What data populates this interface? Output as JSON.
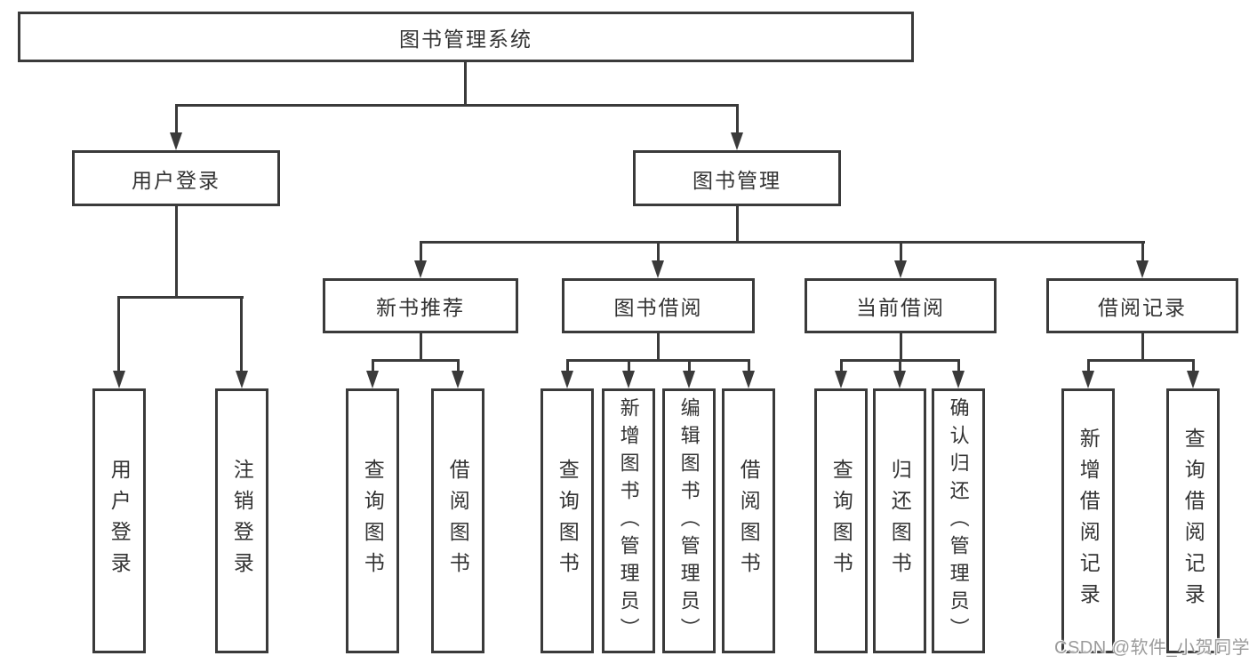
{
  "colors": {
    "line": "#3a3a3a",
    "text": "#333333",
    "watermark": "#9b9b9b",
    "background": "#ffffff"
  },
  "tree": {
    "root": "图书管理系统",
    "children": [
      {
        "label": "用户登录",
        "children": [
          "用户登录",
          "注销登录"
        ]
      },
      {
        "label": "图书管理",
        "children": [
          {
            "label": "新书推荐",
            "children": [
              "查询图书",
              "借阅图书"
            ]
          },
          {
            "label": "图书借阅",
            "children": [
              "查询图书",
              "新增图书（管理员）",
              "编辑图书（管理员）",
              "借阅图书"
            ]
          },
          {
            "label": "当前借阅",
            "children": [
              "查询图书",
              "归还图书",
              "确认归还（管理员）"
            ]
          },
          {
            "label": "借阅记录",
            "children": [
              "新增借阅记录",
              "查询借阅记录"
            ]
          }
        ]
      }
    ]
  },
  "watermark": "CSDN @软件_小贺同学"
}
